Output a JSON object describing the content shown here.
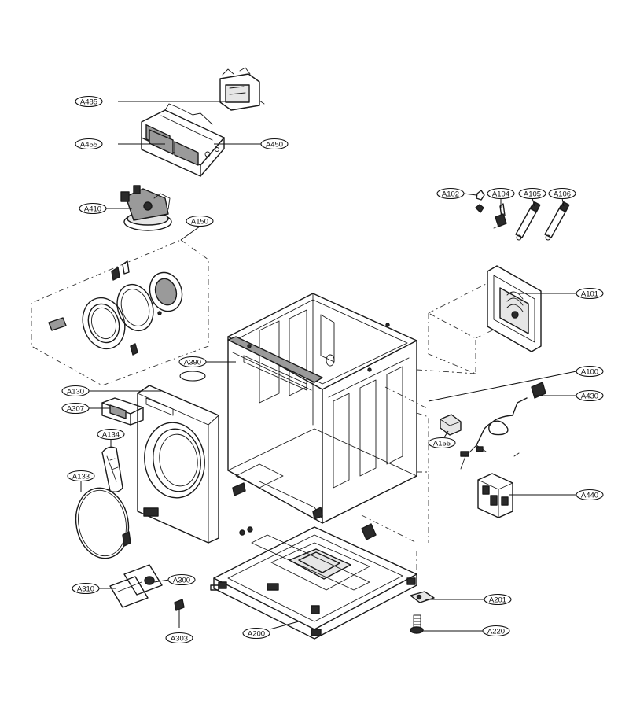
{
  "callouts": [
    {
      "id": "A485",
      "label": "A485"
    },
    {
      "id": "A455",
      "label": "A455"
    },
    {
      "id": "A450",
      "label": "A450"
    },
    {
      "id": "A410",
      "label": "A410"
    },
    {
      "id": "A150",
      "label": "A150"
    },
    {
      "id": "A102",
      "label": "A102"
    },
    {
      "id": "A104",
      "label": "A104"
    },
    {
      "id": "A105",
      "label": "A105"
    },
    {
      "id": "A106",
      "label": "A106"
    },
    {
      "id": "A101",
      "label": "A101"
    },
    {
      "id": "A390",
      "label": "A390"
    },
    {
      "id": "A100",
      "label": "A100"
    },
    {
      "id": "A130",
      "label": "A130"
    },
    {
      "id": "A307",
      "label": "A307"
    },
    {
      "id": "A430",
      "label": "A430"
    },
    {
      "id": "A134",
      "label": "A134"
    },
    {
      "id": "A155",
      "label": "A155"
    },
    {
      "id": "A133",
      "label": "A133"
    },
    {
      "id": "A440",
      "label": "A440"
    },
    {
      "id": "A300",
      "label": "A300"
    },
    {
      "id": "A310",
      "label": "A310"
    },
    {
      "id": "A201",
      "label": "A201"
    },
    {
      "id": "A303",
      "label": "A303"
    },
    {
      "id": "A200",
      "label": "A200"
    },
    {
      "id": "A220",
      "label": "A220"
    }
  ]
}
